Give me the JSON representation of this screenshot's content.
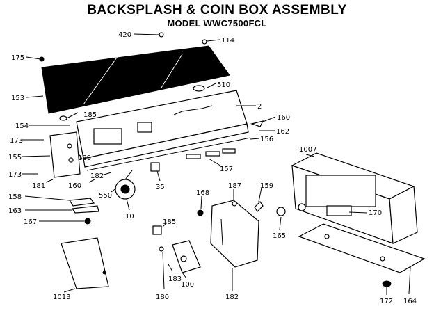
{
  "diagram": {
    "title": "BACKSPLASH & COIN BOX ASSEMBLY",
    "subtitle": "MODEL WWC7500FCL"
  },
  "callouts": [
    "420",
    "114",
    "175",
    "510",
    "153",
    "2",
    "185",
    "160",
    "154",
    "162",
    "173",
    "156",
    "1007",
    "155",
    "189",
    "157",
    "173",
    "182",
    "181",
    "160",
    "550",
    "35",
    "168",
    "187",
    "159",
    "158",
    "163",
    "10",
    "170",
    "167",
    "165",
    "185",
    "1013",
    "183",
    "100",
    "180",
    "182",
    "172",
    "164"
  ]
}
